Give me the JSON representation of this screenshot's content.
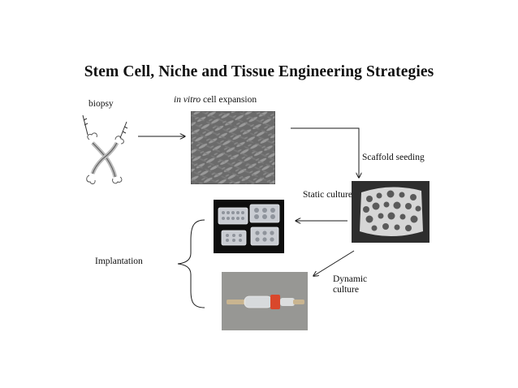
{
  "title": "Stem Cell, Niche  and Tissue Engineering Strategies",
  "labels": {
    "biopsy": "biopsy",
    "expansion_italic": "in vitro",
    "expansion_rest": " cell expansion",
    "scaffold_seeding": "Scaffold seeding",
    "static_culture": "Static culture",
    "implantation": "Implantation",
    "dynamic_line1": "Dynamic",
    "dynamic_line2": "culture"
  },
  "icons": {
    "biopsy": "bone-biopsy-sketch-icon",
    "expansion": "cell-culture-micrograph-image",
    "scaffold": "porous-scaffold-image",
    "static": "culture-well-plates-image",
    "dynamic": "bioreactor-tube-image"
  },
  "colors": {
    "text": "#111111",
    "arrow": "#1a1a1a",
    "bioreactor_cap": "#d9472b"
  }
}
